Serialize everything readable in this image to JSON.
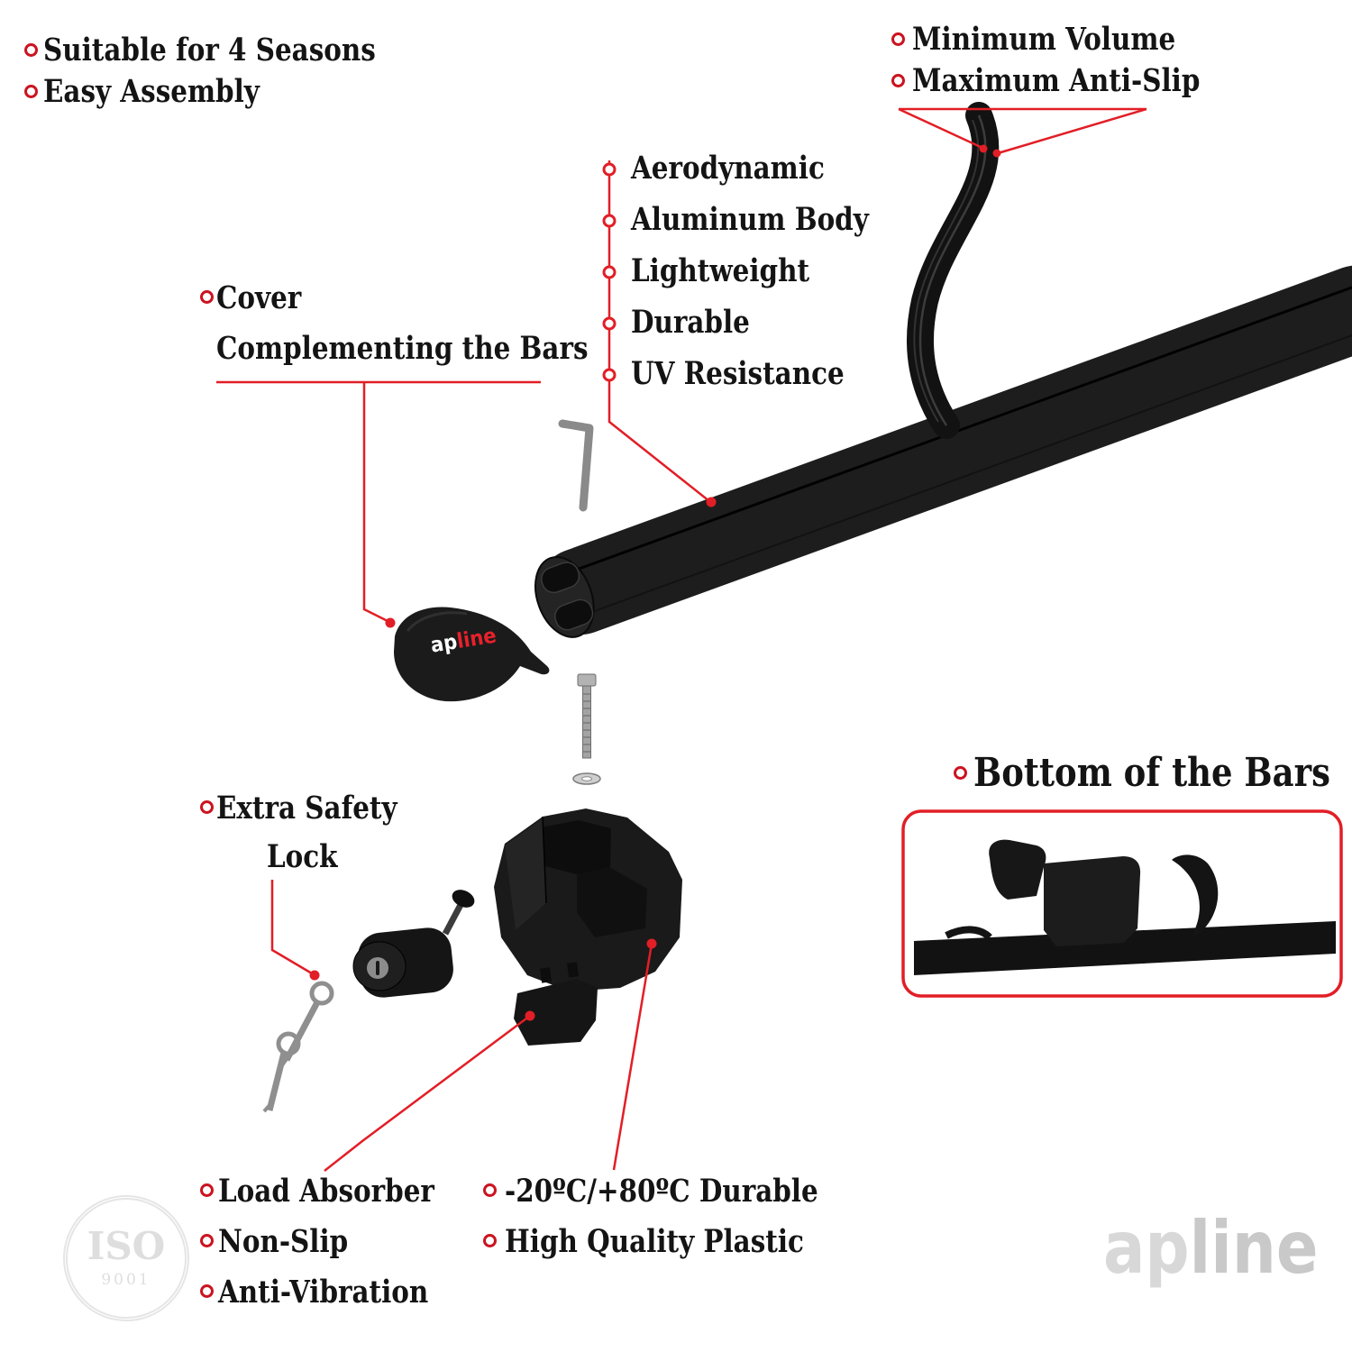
{
  "colors": {
    "accent": "#e21e26",
    "part_black": "#1a1a1a"
  },
  "top_left_features": {
    "items": [
      "Suitable for 4 Seasons",
      "Easy Assembly"
    ]
  },
  "top_right_features": {
    "items": [
      "Minimum Volume",
      "Maximum Anti-Slip"
    ]
  },
  "bar_features": {
    "items": [
      "Aerodynamic",
      "Aluminum Body",
      "Lightweight",
      "Durable",
      "UV Resistance"
    ]
  },
  "cover_callout": {
    "line1": "Cover",
    "line2": "Complementing the Bars"
  },
  "lock_callout": {
    "line1": "Extra Safety",
    "line2": "Lock"
  },
  "bottom_bars_callout": {
    "label": "Bottom of the Bars"
  },
  "bottom_left_features": {
    "items": [
      "Load Absorber",
      "Non-Slip",
      "Anti-Vibration"
    ]
  },
  "bottom_mid_features": {
    "items": [
      "-20ºC/+80ºC Durable",
      "High Quality Plastic"
    ]
  },
  "brand": {
    "part1": "ap",
    "part2": "line"
  },
  "iso_badge": {
    "title": "ISO",
    "subtitle": "9001"
  }
}
